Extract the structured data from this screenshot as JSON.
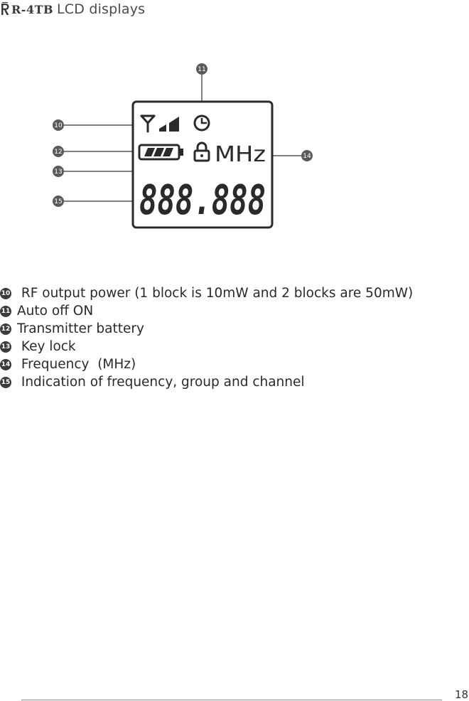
{
  "header": {
    "logo_text": "R-4TB",
    "title": "LCD displays"
  },
  "lcd": {
    "unit_label": "MHz",
    "digits": "888.888"
  },
  "callouts": [
    "10",
    "11",
    "12",
    "13",
    "14",
    "15"
  ],
  "legend": [
    {
      "num": "10",
      "text": " RF output power (1 block is 10mW and 2 blocks are 50mW)"
    },
    {
      "num": "11",
      "text": "Auto off ON"
    },
    {
      "num": "12",
      "text": "Transmitter battery"
    },
    {
      "num": "13",
      "text": " Key lock"
    },
    {
      "num": "14",
      "text": " Frequency  (MHz)"
    },
    {
      "num": "15",
      "text": " Indication of frequency, group and channel"
    }
  ],
  "footer": {
    "page_number": "18"
  },
  "colors": {
    "text": "#2b2b2b",
    "badge": "#5a5a5a",
    "lcd_border": "#2a2a2a"
  }
}
